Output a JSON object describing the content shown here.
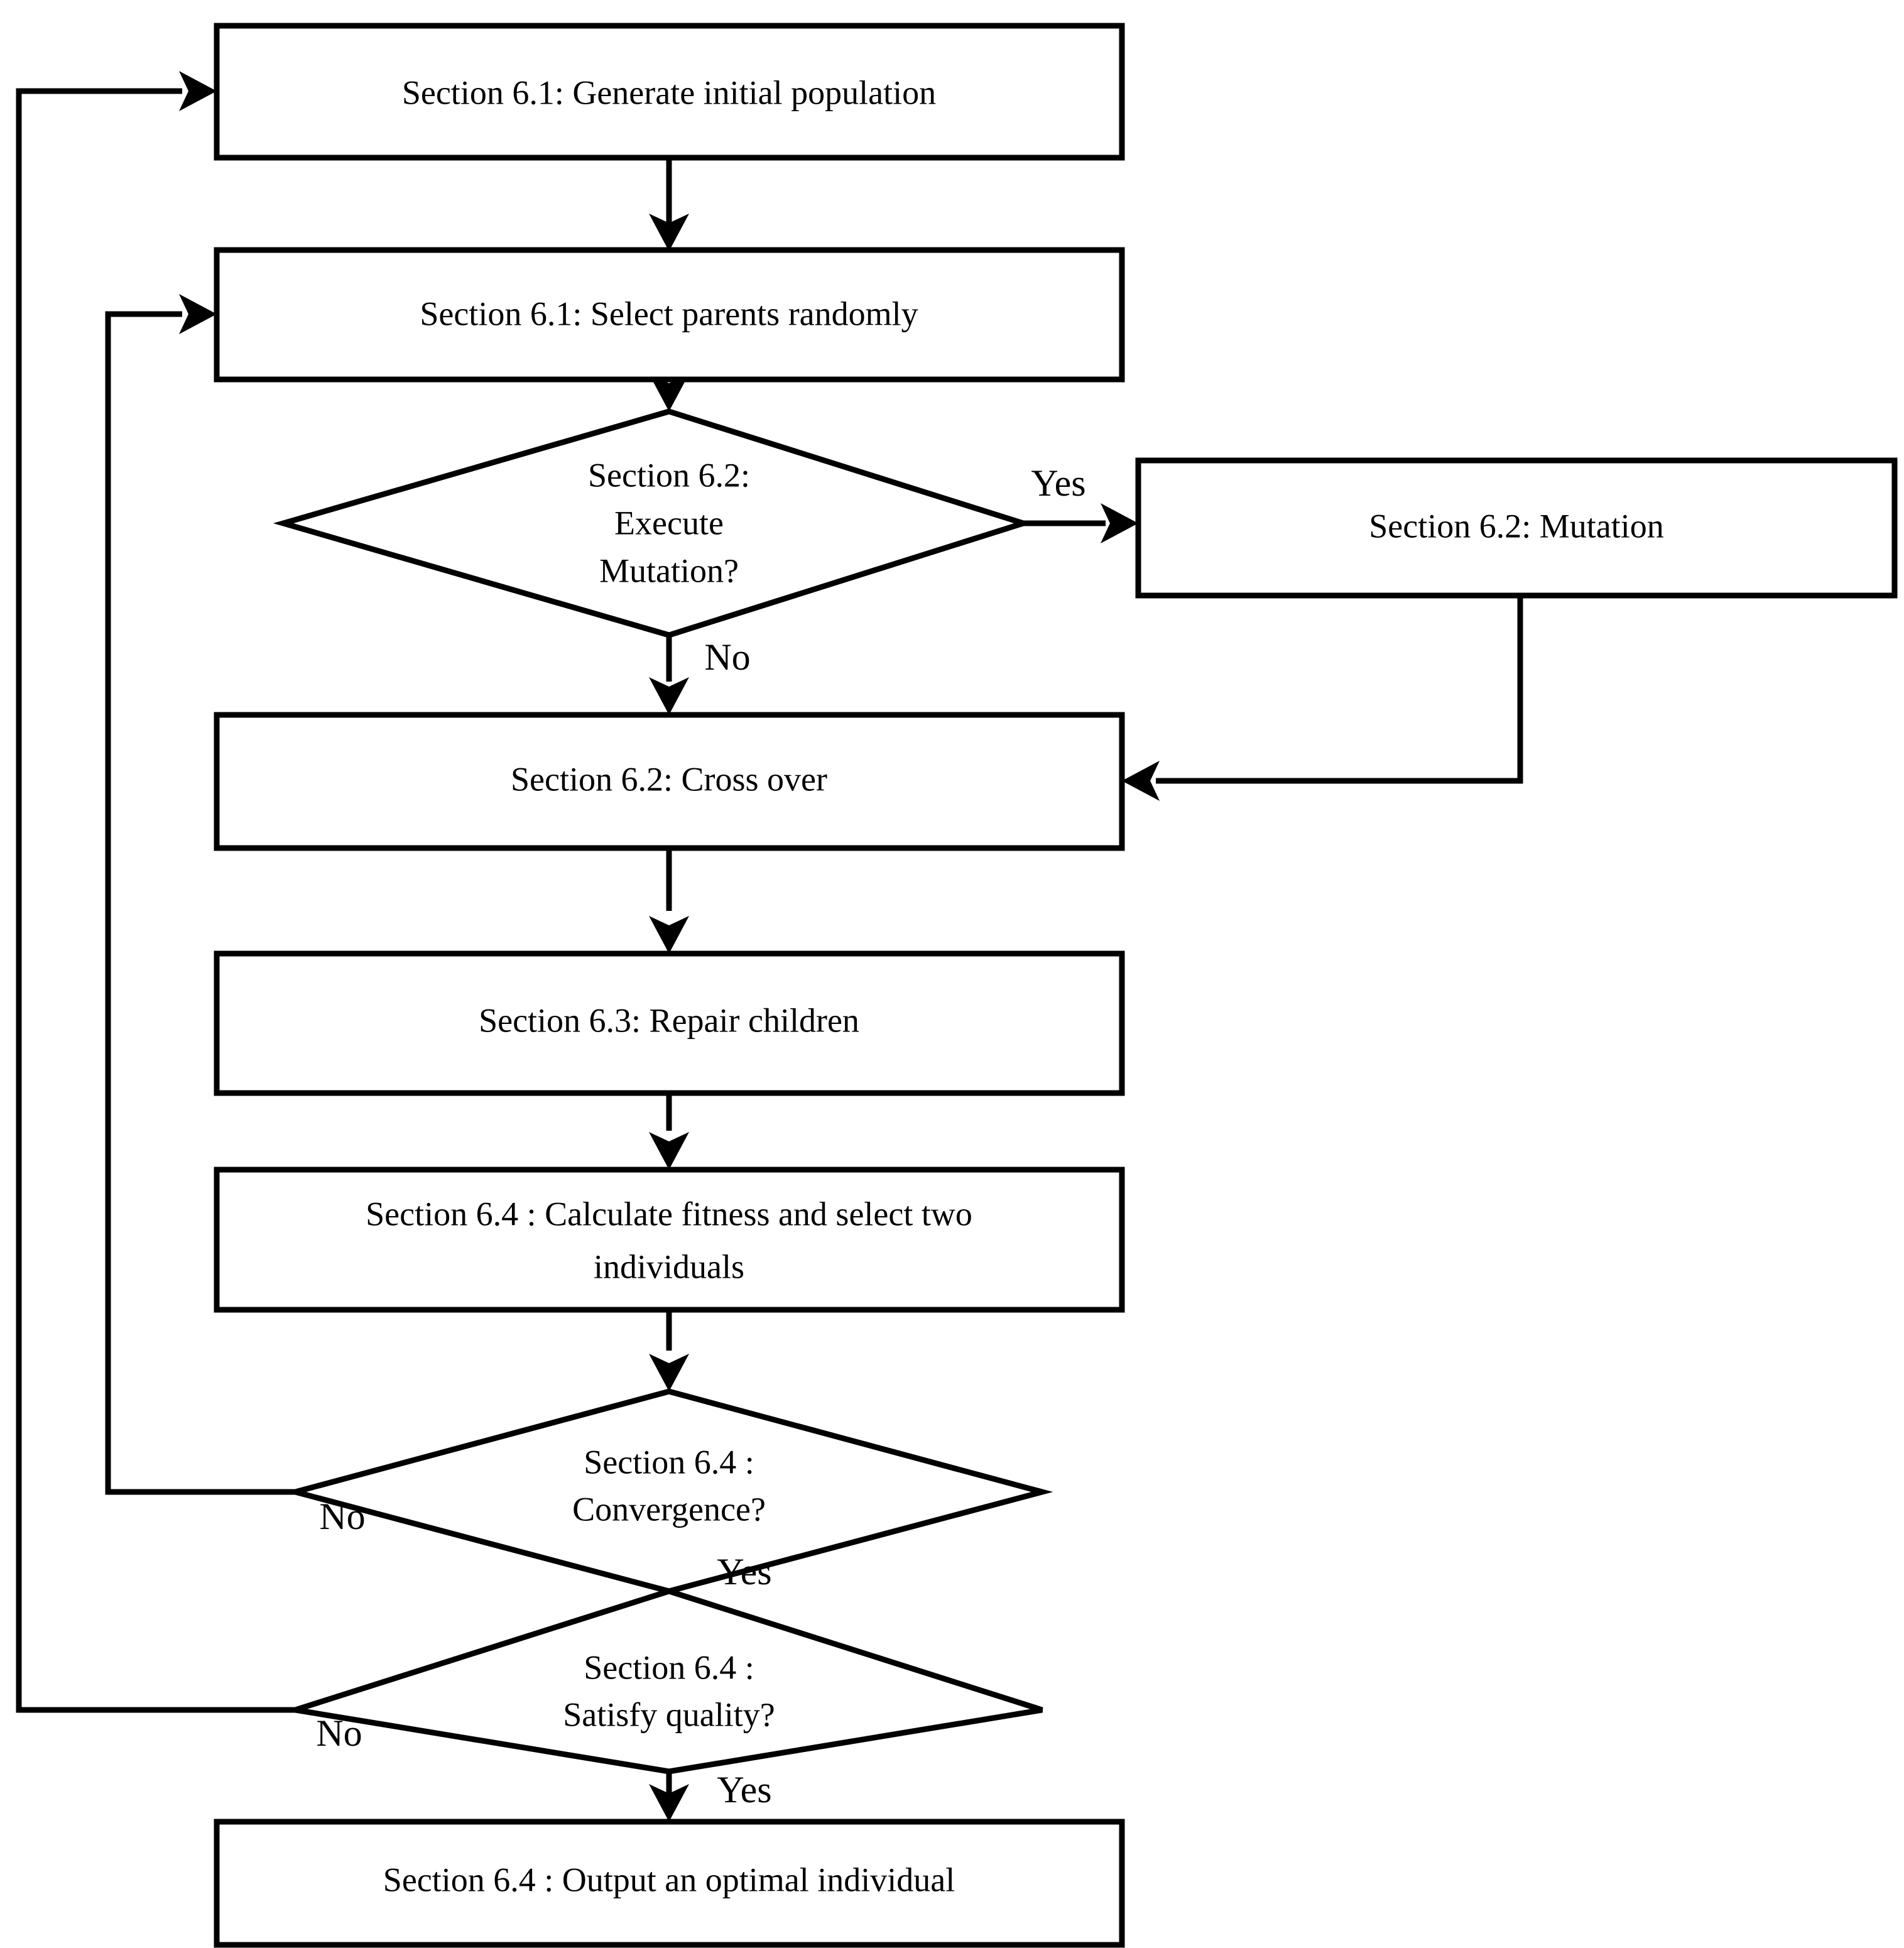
{
  "diagram": {
    "title": "Genetic algorithm flowchart",
    "type": "flowchart",
    "colors": {
      "stroke": "#000000",
      "fill": "#ffffff",
      "text": "#000000"
    },
    "nodes": {
      "generate_population": {
        "shape": "process",
        "label": "Section 6.1: Generate initial population"
      },
      "select_parents": {
        "shape": "process",
        "label": "Section 6.1: Select parents randomly"
      },
      "execute_mutation": {
        "shape": "decision",
        "line1": "Section 6.2:",
        "line2": "Execute",
        "line3": "Mutation?"
      },
      "mutation": {
        "shape": "process",
        "label": "Section 6.2: Mutation"
      },
      "cross_over": {
        "shape": "process",
        "label": "Section 6.2: Cross over"
      },
      "repair_children": {
        "shape": "process",
        "label": "Section 6.3: Repair children"
      },
      "calculate_fitness": {
        "shape": "process",
        "line1": "Section 6.4 : Calculate fitness and select two",
        "line2": "individuals"
      },
      "convergence": {
        "shape": "decision",
        "line1": "Section 6.4 :",
        "line2": "Convergence?"
      },
      "satisfy_quality": {
        "shape": "decision",
        "line1": "Section 6.4 :",
        "line2": "Satisfy quality?"
      },
      "output_individual": {
        "shape": "process",
        "label": "Section 6.4 : Output an optimal individual"
      }
    },
    "edge_labels": {
      "mutation_yes": "Yes",
      "mutation_no": "No",
      "convergence_no": "No",
      "convergence_yes": "Yes",
      "quality_no": "No",
      "quality_yes": "Yes"
    }
  }
}
